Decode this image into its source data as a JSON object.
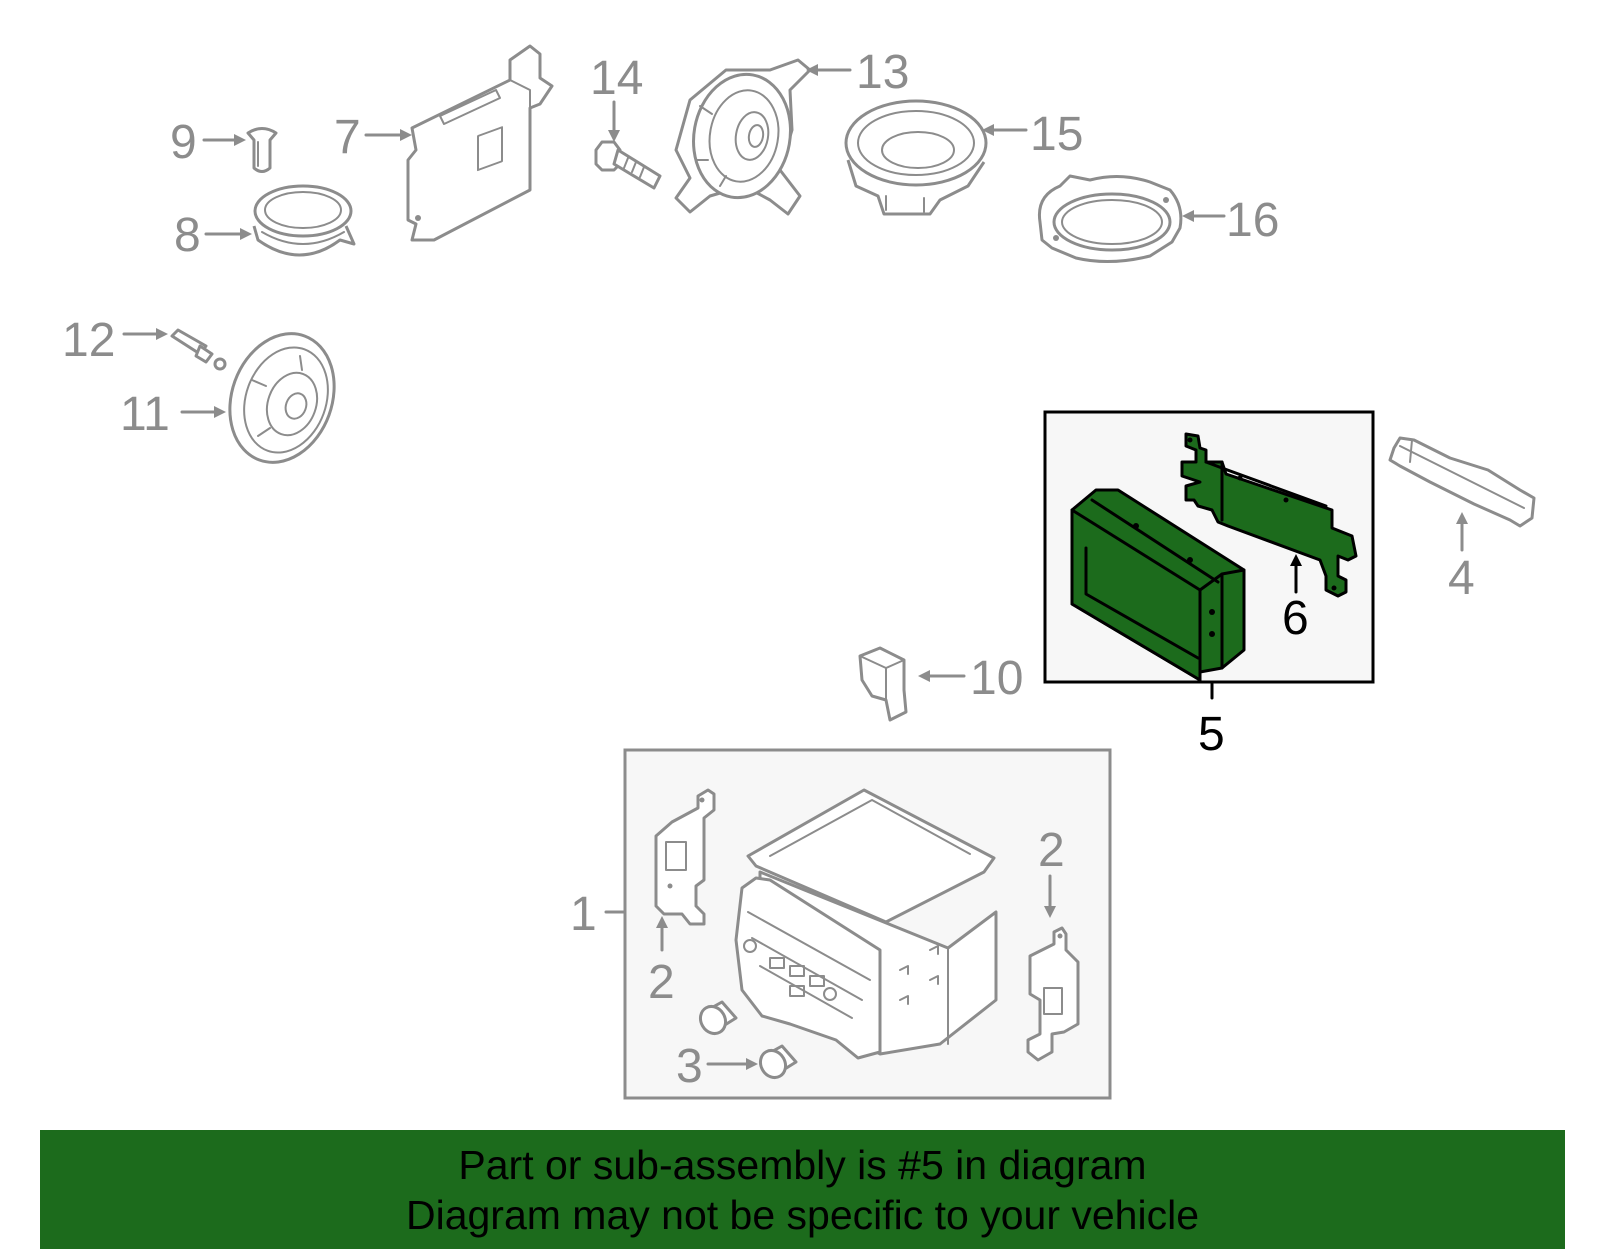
{
  "callouts": {
    "c1": "1",
    "c2a": "2",
    "c2b": "2",
    "c3": "3",
    "c4": "4",
    "c5": "5",
    "c6": "6",
    "c7": "7",
    "c8": "8",
    "c9": "9",
    "c10": "10",
    "c11": "11",
    "c12": "12",
    "c13": "13",
    "c14": "14",
    "c15": "15",
    "c16": "16"
  },
  "highlighted_part": "5",
  "colors": {
    "highlight": "#1c6b1c",
    "banner": "#1c6b1c",
    "line_gray": "#8c8c8c",
    "box_background": "#f7f7f7"
  },
  "banner": {
    "line1": "Part or sub-assembly is #5 in diagram",
    "line2": "Diagram may not be specific to your vehicle"
  }
}
